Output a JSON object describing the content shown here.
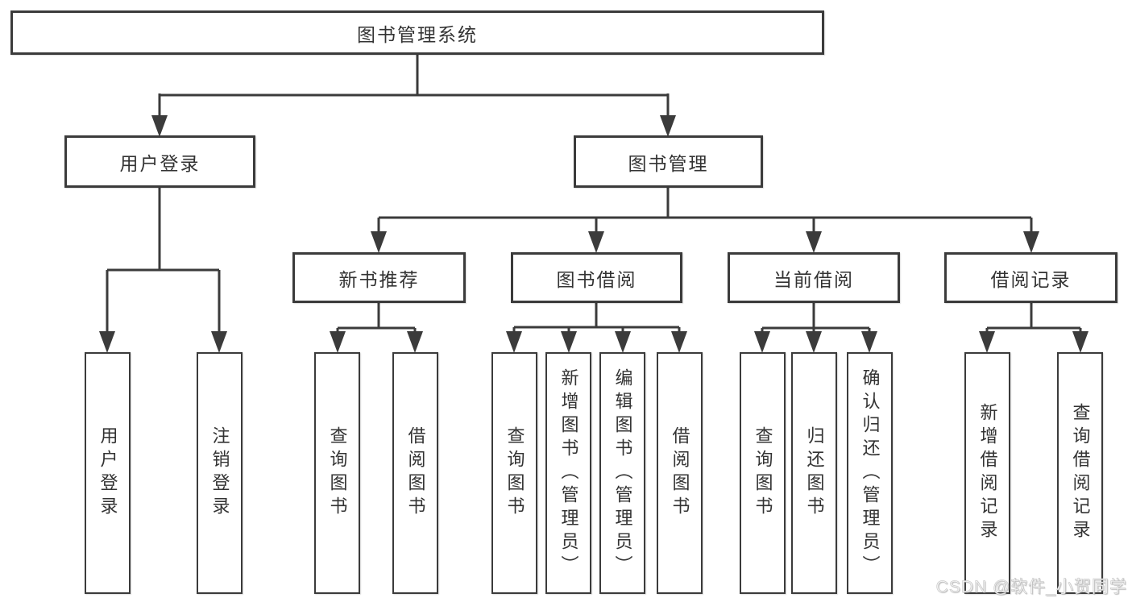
{
  "tree": {
    "label": "图书管理系统",
    "children": [
      {
        "label": "用户登录",
        "children": [
          {
            "label": "用户登录"
          },
          {
            "label": "注销登录"
          }
        ]
      },
      {
        "label": "图书管理",
        "children": [
          {
            "label": "新书推荐",
            "children": [
              {
                "label": "查询图书"
              },
              {
                "label": "借阅图书"
              }
            ]
          },
          {
            "label": "图书借阅",
            "children": [
              {
                "label": "查询图书"
              },
              {
                "label": "新增图书（管理员）"
              },
              {
                "label": "编辑图书（管理员）"
              },
              {
                "label": "借阅图书"
              }
            ]
          },
          {
            "label": "当前借阅",
            "children": [
              {
                "label": "查询图书"
              },
              {
                "label": "归还图书"
              },
              {
                "label": "确认归还（管理员）"
              }
            ]
          },
          {
            "label": "借阅记录",
            "children": [
              {
                "label": "新增借阅记录"
              },
              {
                "label": "查询借阅记录"
              }
            ]
          }
        ]
      }
    ]
  },
  "watermark": "CSDN @软件_小贺同学",
  "colors": {
    "line": "#3b3b3b",
    "box_border": "#3b3b3b",
    "box_fill": "#ffffff",
    "text": "#333333",
    "background": "#ffffff",
    "watermark": "#f2f2f2"
  }
}
